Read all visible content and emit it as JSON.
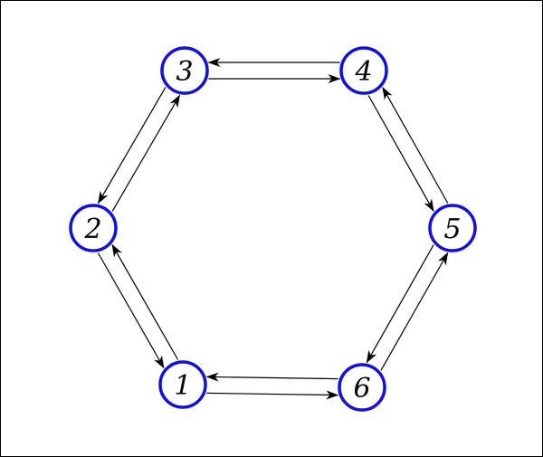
{
  "diagram": {
    "nodes": [
      {
        "id": "1",
        "label": "1"
      },
      {
        "id": "2",
        "label": "2"
      },
      {
        "id": "3",
        "label": "3"
      },
      {
        "id": "4",
        "label": "4"
      },
      {
        "id": "5",
        "label": "5"
      },
      {
        "id": "6",
        "label": "6"
      }
    ],
    "edges": [
      {
        "from": "1",
        "to": "2"
      },
      {
        "from": "2",
        "to": "1"
      },
      {
        "from": "2",
        "to": "3"
      },
      {
        "from": "3",
        "to": "2"
      },
      {
        "from": "3",
        "to": "4"
      },
      {
        "from": "4",
        "to": "3"
      },
      {
        "from": "4",
        "to": "5"
      },
      {
        "from": "5",
        "to": "4"
      },
      {
        "from": "5",
        "to": "6"
      },
      {
        "from": "6",
        "to": "5"
      },
      {
        "from": "6",
        "to": "1"
      },
      {
        "from": "1",
        "to": "6"
      }
    ],
    "colors": {
      "node_stroke": "#1010e0",
      "edge": "#000000",
      "label": "#000000",
      "background": "#ffffff"
    }
  }
}
